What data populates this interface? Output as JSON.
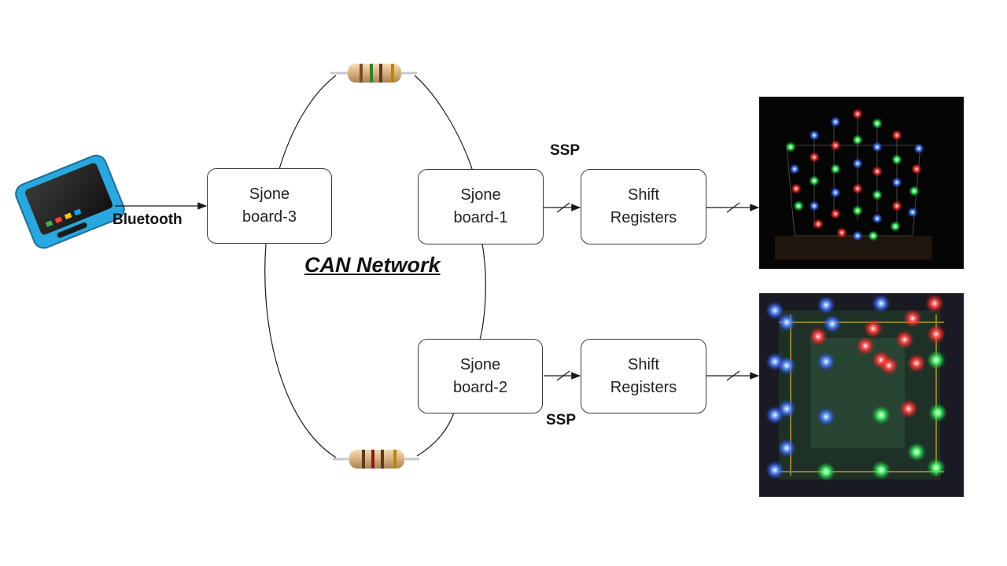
{
  "boards": {
    "board3": {
      "line1": "Sjone",
      "line2": "board-3"
    },
    "board1": {
      "line1": "Sjone",
      "line2": "board-1"
    },
    "board2": {
      "line1": "Sjone",
      "line2": "board-2"
    }
  },
  "shift_registers": {
    "top": {
      "line1": "Shift",
      "line2": "Registers"
    },
    "bottom": {
      "line1": "Shift",
      "line2": "Registers"
    }
  },
  "labels": {
    "bluetooth": "Bluetooth",
    "ssp_top": "SSP",
    "ssp_bottom": "SSP",
    "can_network": "CAN Network"
  },
  "colors": {
    "line": "#1a1a1a",
    "box_border": "#3a3a3a",
    "phone_blue": "#29a8e0",
    "resistor_body": "#d9b98a",
    "photo_bg": "#050505"
  },
  "icons": {
    "phone": "smartphone-icon",
    "resistor": "resistor-icon",
    "led_cube": "led-cube-photo"
  }
}
